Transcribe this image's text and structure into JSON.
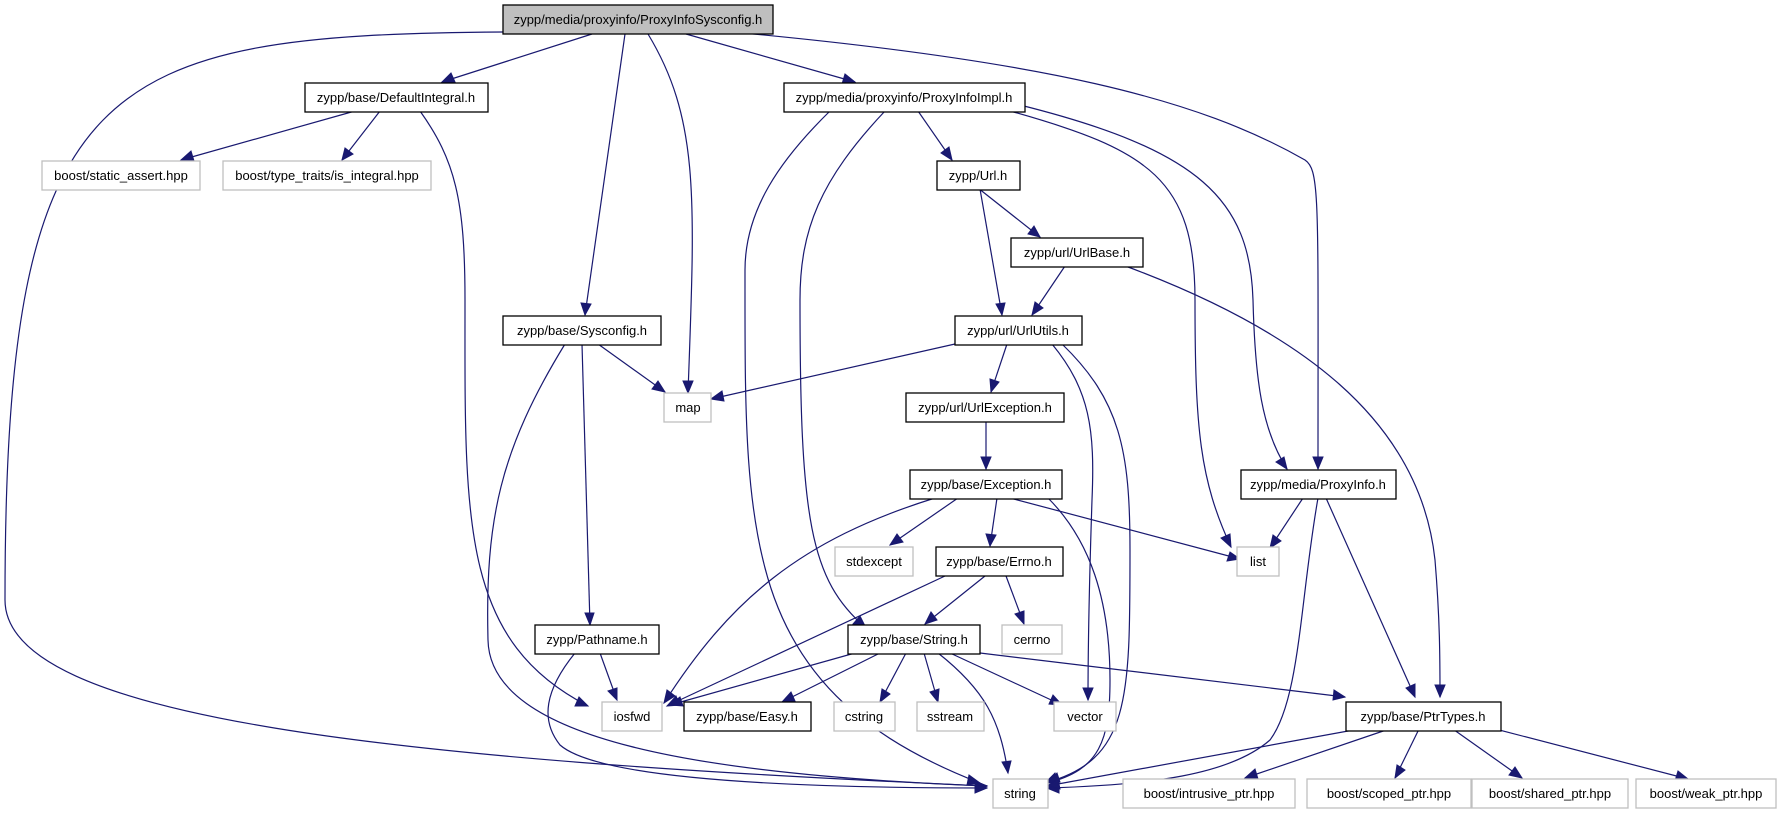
{
  "graph": {
    "colors": {
      "edge": "#191970",
      "header_fill": "#bfbfbf",
      "border": "#000000",
      "system_border": "#bfbfbf"
    },
    "nodes": {
      "proxyinfosysconfig": "zypp/media/proxyinfo/ProxyInfoSysconfig.h",
      "defaultintegral": "zypp/base/DefaultIntegral.h",
      "proxyinfoimpl": "zypp/media/proxyinfo/ProxyInfoImpl.h",
      "static_assert": "boost/static_assert.hpp",
      "is_integral": "boost/type_traits/is_integral.hpp",
      "url": "zypp/Url.h",
      "urlbase": "zypp/url/UrlBase.h",
      "sysconfig": "zypp/base/Sysconfig.h",
      "urlutils": "zypp/url/UrlUtils.h",
      "map": "map",
      "urlexception": "zypp/url/UrlException.h",
      "exception": "zypp/base/Exception.h",
      "proxyinfo": "zypp/media/ProxyInfo.h",
      "stdexcept": "stdexcept",
      "errno": "zypp/base/Errno.h",
      "list": "list",
      "cerrno": "cerrno",
      "pathname": "zypp/Pathname.h",
      "string_h": "zypp/base/String.h",
      "iosfwd": "iosfwd",
      "easy": "zypp/base/Easy.h",
      "cstring": "cstring",
      "sstream": "sstream",
      "vector": "vector",
      "ptrtypes": "zypp/base/PtrTypes.h",
      "string": "string",
      "intrusive_ptr": "boost/intrusive_ptr.hpp",
      "scoped_ptr": "boost/scoped_ptr.hpp",
      "shared_ptr": "boost/shared_ptr.hpp",
      "weak_ptr": "boost/weak_ptr.hpp"
    }
  }
}
